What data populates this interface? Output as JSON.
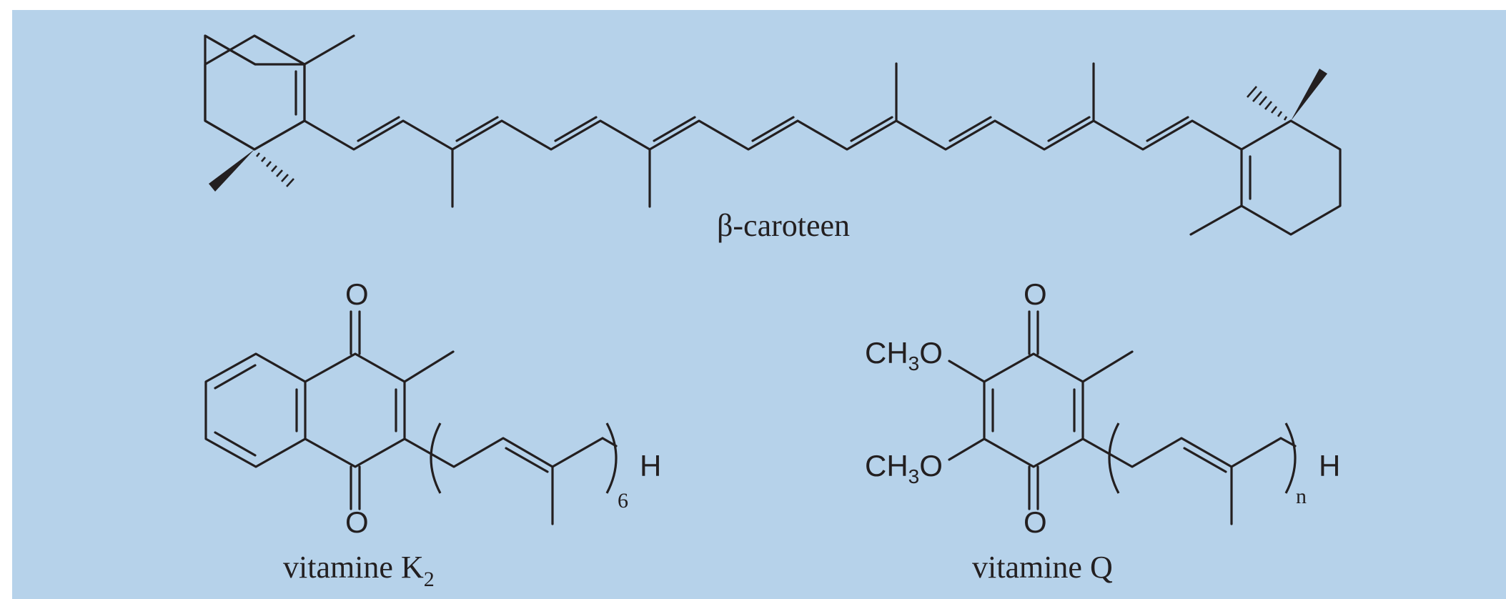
{
  "background_color": "#b6d2ea",
  "ink_color": "#231f20",
  "molecules": {
    "beta_carotene": {
      "name": "β-caroteen",
      "icon": "beta-carotene-structure"
    },
    "vitamin_k2": {
      "name_main": "vitamine K",
      "name_sub": "2",
      "repeat_count": "6",
      "atoms": {
        "oxygen_top": "O",
        "oxygen_bottom": "O",
        "terminal_h": "H"
      },
      "icon": "vitamin-k2-structure"
    },
    "vitamin_q": {
      "name": "vitamine Q",
      "repeat_count": "n",
      "atoms": {
        "oxygen_top": "O",
        "oxygen_bottom": "O",
        "terminal_h": "H",
        "methoxy_top": {
          "main": "CH",
          "sub": "3",
          "tail": "O"
        },
        "methoxy_bottom": {
          "main": "CH",
          "sub": "3",
          "tail": "O"
        }
      },
      "icon": "vitamin-q-structure"
    }
  }
}
